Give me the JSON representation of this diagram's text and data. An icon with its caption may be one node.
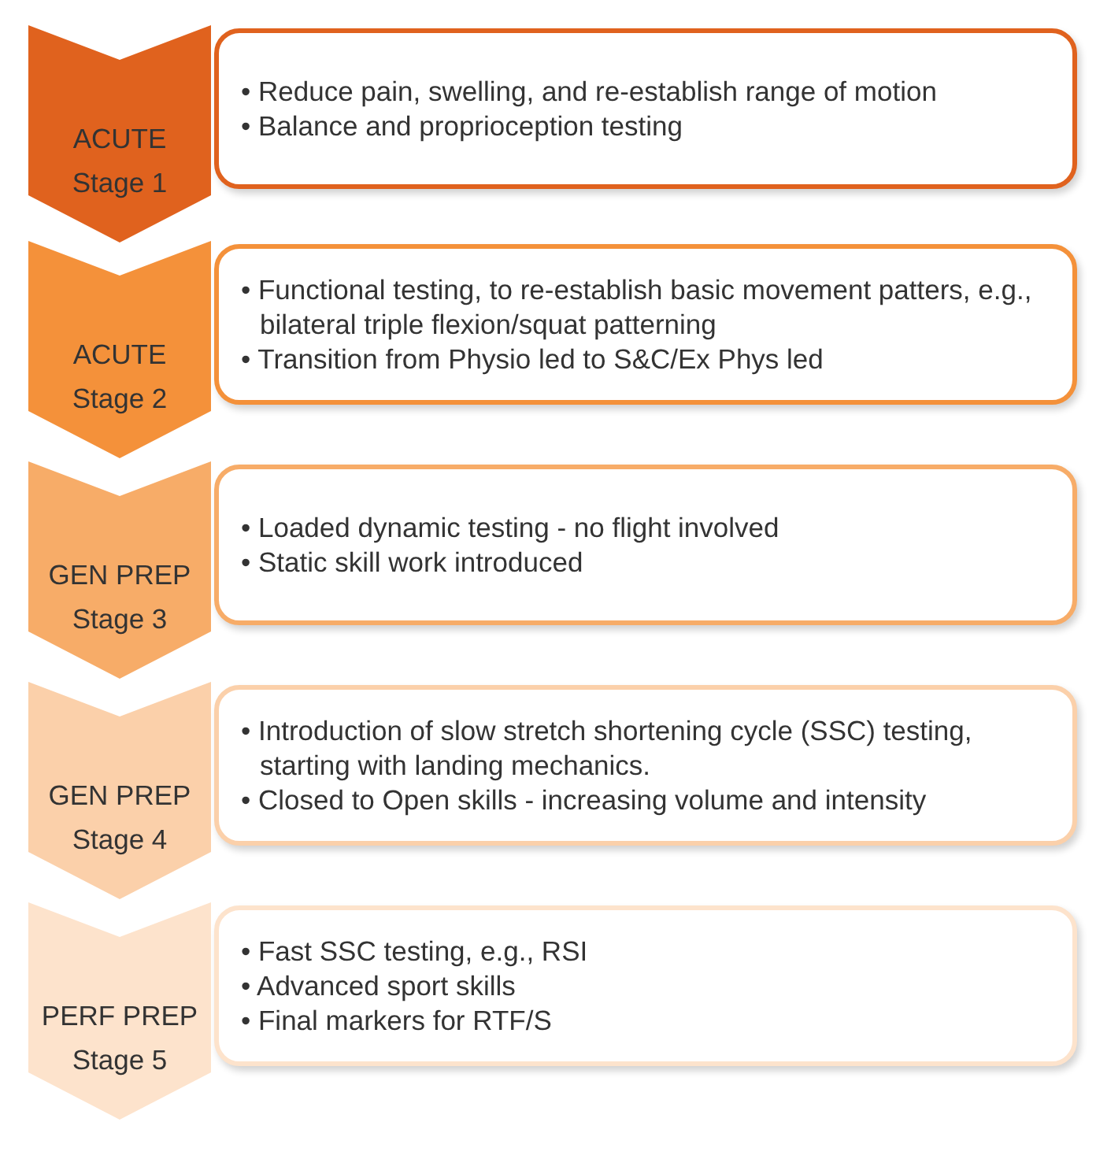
{
  "diagram": {
    "nodes": [
      {
        "text": [
          "ACUTE",
          "Stage 1"
        ]
      },
      {
        "text": [
          "• Reduce pain, swelling, and re-establish range of motion",
          "• Balance and proprioception testing"
        ]
      },
      {
        "text": [
          "ACUTE",
          "Stage 2"
        ]
      },
      {
        "text": [
          "• Functional testing, to re-establish basic movement patters, e.g., bilateral triple flexion/squat patterning",
          "• Transition from Physio led to S&C/Ex Phys led"
        ]
      },
      {
        "text": [
          "GEN PREP",
          "Stage 3"
        ]
      },
      {
        "text": [
          "• Loaded dynamic testing - no flight involved",
          "• Static skill work introduced"
        ]
      },
      {
        "text": [
          "GEN PREP",
          "Stage 4"
        ]
      },
      {
        "text": [
          "• Introduction of slow stretch shortening cycle (SSC) testing, starting with landing mechanics.",
          "• Closed to Open skills - increasing volume and intensity"
        ]
      },
      {
        "text": [
          "PERF PREP",
          "Stage 5"
        ]
      },
      {
        "text": [
          "• Fast SSC testing, e.g., RSI",
          "• Advanced sport skills",
          "• Final markers for RTF/S"
        ]
      }
    ],
    "edges": []
  }
}
